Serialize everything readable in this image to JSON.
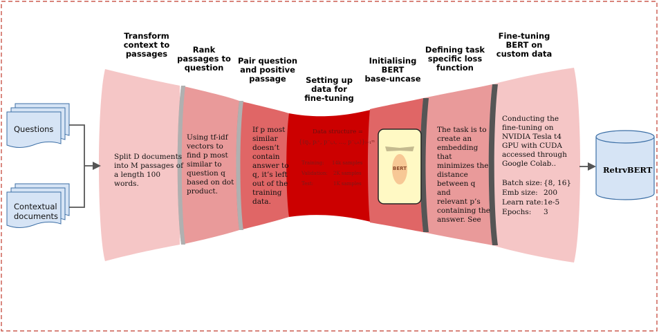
{
  "stages": [
    {
      "title": "Transform\ncontext to\npassages",
      "text": "Split D documents\ninto M passages of\na length 100 words."
    },
    {
      "title": "Rank\npassages to\nquestion",
      "text": "Using tf-idf\nvectors to\nfind p most\nsimilar to\nquestion q\nbased on dot\nproduct."
    },
    {
      "title": "Pair question\nand  positive\npassage",
      "text": "If p most\nsimilar\ndoesn’t\ncontain\nanswer to\nq, it’s left\nout of the\ntraining\ndata."
    },
    {
      "title": "Setting up\ndata for\nfine-tuning",
      "text": "Data structure ="
    },
    {
      "title": "Initialising\nBERT\nbase-uncase",
      "text": ""
    },
    {
      "title": "Defining task\nspecific loss\nfunction",
      "text": "The task is to\ncreate an\nembedding that\nminimizes the\ndistance\nbetween q and\nrelevant p’s\ncontaining the\nanswer. See"
    },
    {
      "title": "Fine-tuning\nBERT on\ncustom data",
      "text": "Conducting the\nfine-tuning on\nNVIDIA Tesla t4\nGPU with CUDA\naccessed through\nGoogle Colab.."
    }
  ],
  "data_setup": {
    "formula": "{⟨qᵢ, pᵢ⁺, p⁻ᵢ,₁, …, p⁻ᵢ,ₙ⟩}ᵢ₌₁ᵐ",
    "splits": [
      {
        "name": "Training:",
        "value": "14k samples"
      },
      {
        "name": "Validation:",
        "value": "2K samples"
      },
      {
        "name": "Test:",
        "value": "1K samples"
      }
    ]
  },
  "bert_card": {
    "label": "BERT"
  },
  "hyperparameters": [
    {
      "name": "Batch size:",
      "value": "{8, 16}"
    },
    {
      "name": "Emb size:",
      "value": "200"
    },
    {
      "name": "Learn rate:",
      "value": "1e-5"
    },
    {
      "name": "Epochs:",
      "value": "3"
    }
  ],
  "inputs": [
    {
      "label": "Questions"
    },
    {
      "label": "Contextual\ndocuments"
    }
  ],
  "output": {
    "label": "RetrvBERT"
  },
  "colors": {
    "border": "#c0392b",
    "stage1": "#f5c6c6",
    "stage2": "#e99a9a",
    "stage3": "#e06666",
    "stage4": "#cc0000",
    "stage5": "#e06666",
    "stage6": "#e99a9a",
    "stage7": "#f5c6c6",
    "doc_fill": "#d6e4f5",
    "db_fill": "#d6e4f5",
    "arrow": "#555555"
  }
}
